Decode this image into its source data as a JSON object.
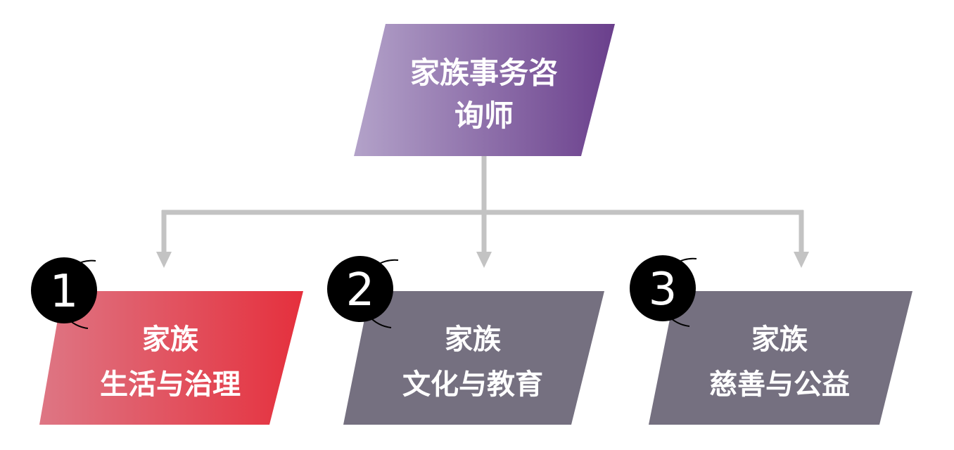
{
  "root": {
    "title_line1": "家族事务咨",
    "title_line2": "询师"
  },
  "branches": [
    {
      "number": "1",
      "line1": "家族",
      "line2": "生活与治理"
    },
    {
      "number": "2",
      "line1": "家族",
      "line2": "文化与教育"
    },
    {
      "number": "3",
      "line1": "家族",
      "line2": "慈善与公益"
    }
  ],
  "colors": {
    "root_gradient_start": "#b3a2c9",
    "root_gradient_end": "#6a3f8c",
    "branch1_gradient_start": "#de7684",
    "branch1_gradient_end": "#e5303d",
    "branch_gray": "#757080",
    "connector": "#c3c3c3",
    "badge": "#000000"
  }
}
